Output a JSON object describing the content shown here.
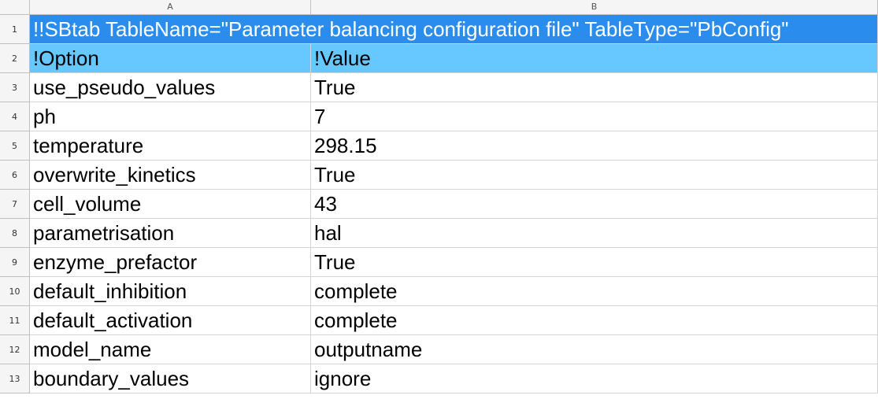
{
  "columns": [
    "A",
    "B"
  ],
  "rows": [
    {
      "num": "1",
      "a": "!!SBtab TableName=\"Parameter balancing configuration file\" TableType=\"PbConfig\"",
      "b": ""
    },
    {
      "num": "2",
      "a": "!Option",
      "b": "!Value"
    },
    {
      "num": "3",
      "a": "use_pseudo_values",
      "b": "True"
    },
    {
      "num": "4",
      "a": "ph",
      "b": "7"
    },
    {
      "num": "5",
      "a": "temperature",
      "b": "298.15"
    },
    {
      "num": "6",
      "a": "overwrite_kinetics",
      "b": "True"
    },
    {
      "num": "7",
      "a": "cell_volume",
      "b": "43"
    },
    {
      "num": "8",
      "a": "parametrisation",
      "b": "hal"
    },
    {
      "num": "9",
      "a": "enzyme_prefactor",
      "b": "True"
    },
    {
      "num": "10",
      "a": "default_inhibition",
      "b": "complete"
    },
    {
      "num": "11",
      "a": "default_activation",
      "b": "complete"
    },
    {
      "num": "12",
      "a": "model_name",
      "b": "outputname"
    },
    {
      "num": "13",
      "a": "boundary_values",
      "b": "ignore"
    }
  ],
  "colors": {
    "title_row": "#2a8ded",
    "header_row": "#66c8ff",
    "grid": "#d4d4d4"
  }
}
